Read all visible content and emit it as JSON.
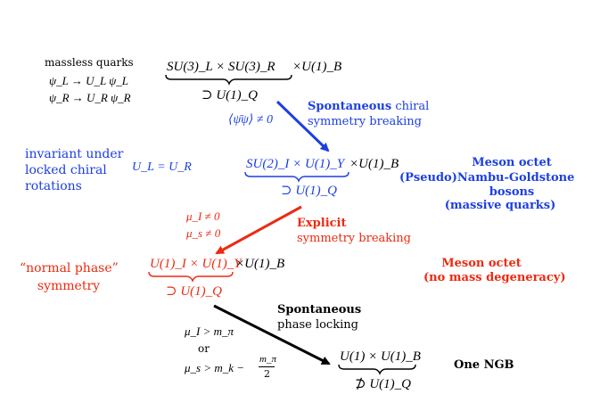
{
  "colors": {
    "blue": "#1d3fe0",
    "red": "#ec2a10",
    "black": "#000000"
  },
  "top": {
    "massless_quarks": "massless quarks",
    "psi_L": "ψ_L → U_L ψ_L",
    "psi_R": "ψ_R → U_R ψ_R",
    "group": "SU(3)_L × SU(3)_R",
    "group_extra": "×U(1)_B",
    "sub": "⊃ U(1)_Q"
  },
  "step1": {
    "condensate": "⟨ψ̄ψ⟩ ≠ 0",
    "label_bold": "Spontaneous",
    "label_rest": "chiral",
    "label_line2": "symmetry breaking"
  },
  "level2": {
    "left_line1": "invariant under",
    "left_line2": "locked chiral",
    "left_line3": "rotations",
    "condition": "U_L = U_R",
    "group": "SU(2)_I × U(1)_Y",
    "group_extra": "×U(1)_B",
    "sub": "⊃ U(1)_Q",
    "right_line1": "Meson octet",
    "right_line2_pre": "(Pseudo)",
    "right_line2": "Nambu-Goldstone",
    "right_line3": "bosons",
    "right_line4": "(massive quarks)"
  },
  "step2": {
    "mu_I": "μ_I ≠ 0",
    "mu_s": "μ_s ≠ 0",
    "label_bold": "Explicit",
    "label_line2": "symmetry breaking"
  },
  "level3": {
    "left_line1": "“normal phase”",
    "left_line2": "symmetry",
    "group": "U(1)_I × U(1)_Y",
    "group_extra": "×U(1)_B",
    "sub": "⊃ U(1)_Q",
    "right_line1": "Meson octet",
    "right_line2": "(no mass degeneracy)"
  },
  "step3": {
    "label_bold": "Spontaneous",
    "label_line2": "phase locking",
    "cond1": "μ_I > m_π",
    "or": "or",
    "cond2_pre": "μ_s > m_k −",
    "cond2_num": "m_π",
    "cond2_den": "2"
  },
  "level4": {
    "group": "U(1) × U(1)_B",
    "sub": "⊅ U(1)_Q",
    "right": "One NGB"
  }
}
